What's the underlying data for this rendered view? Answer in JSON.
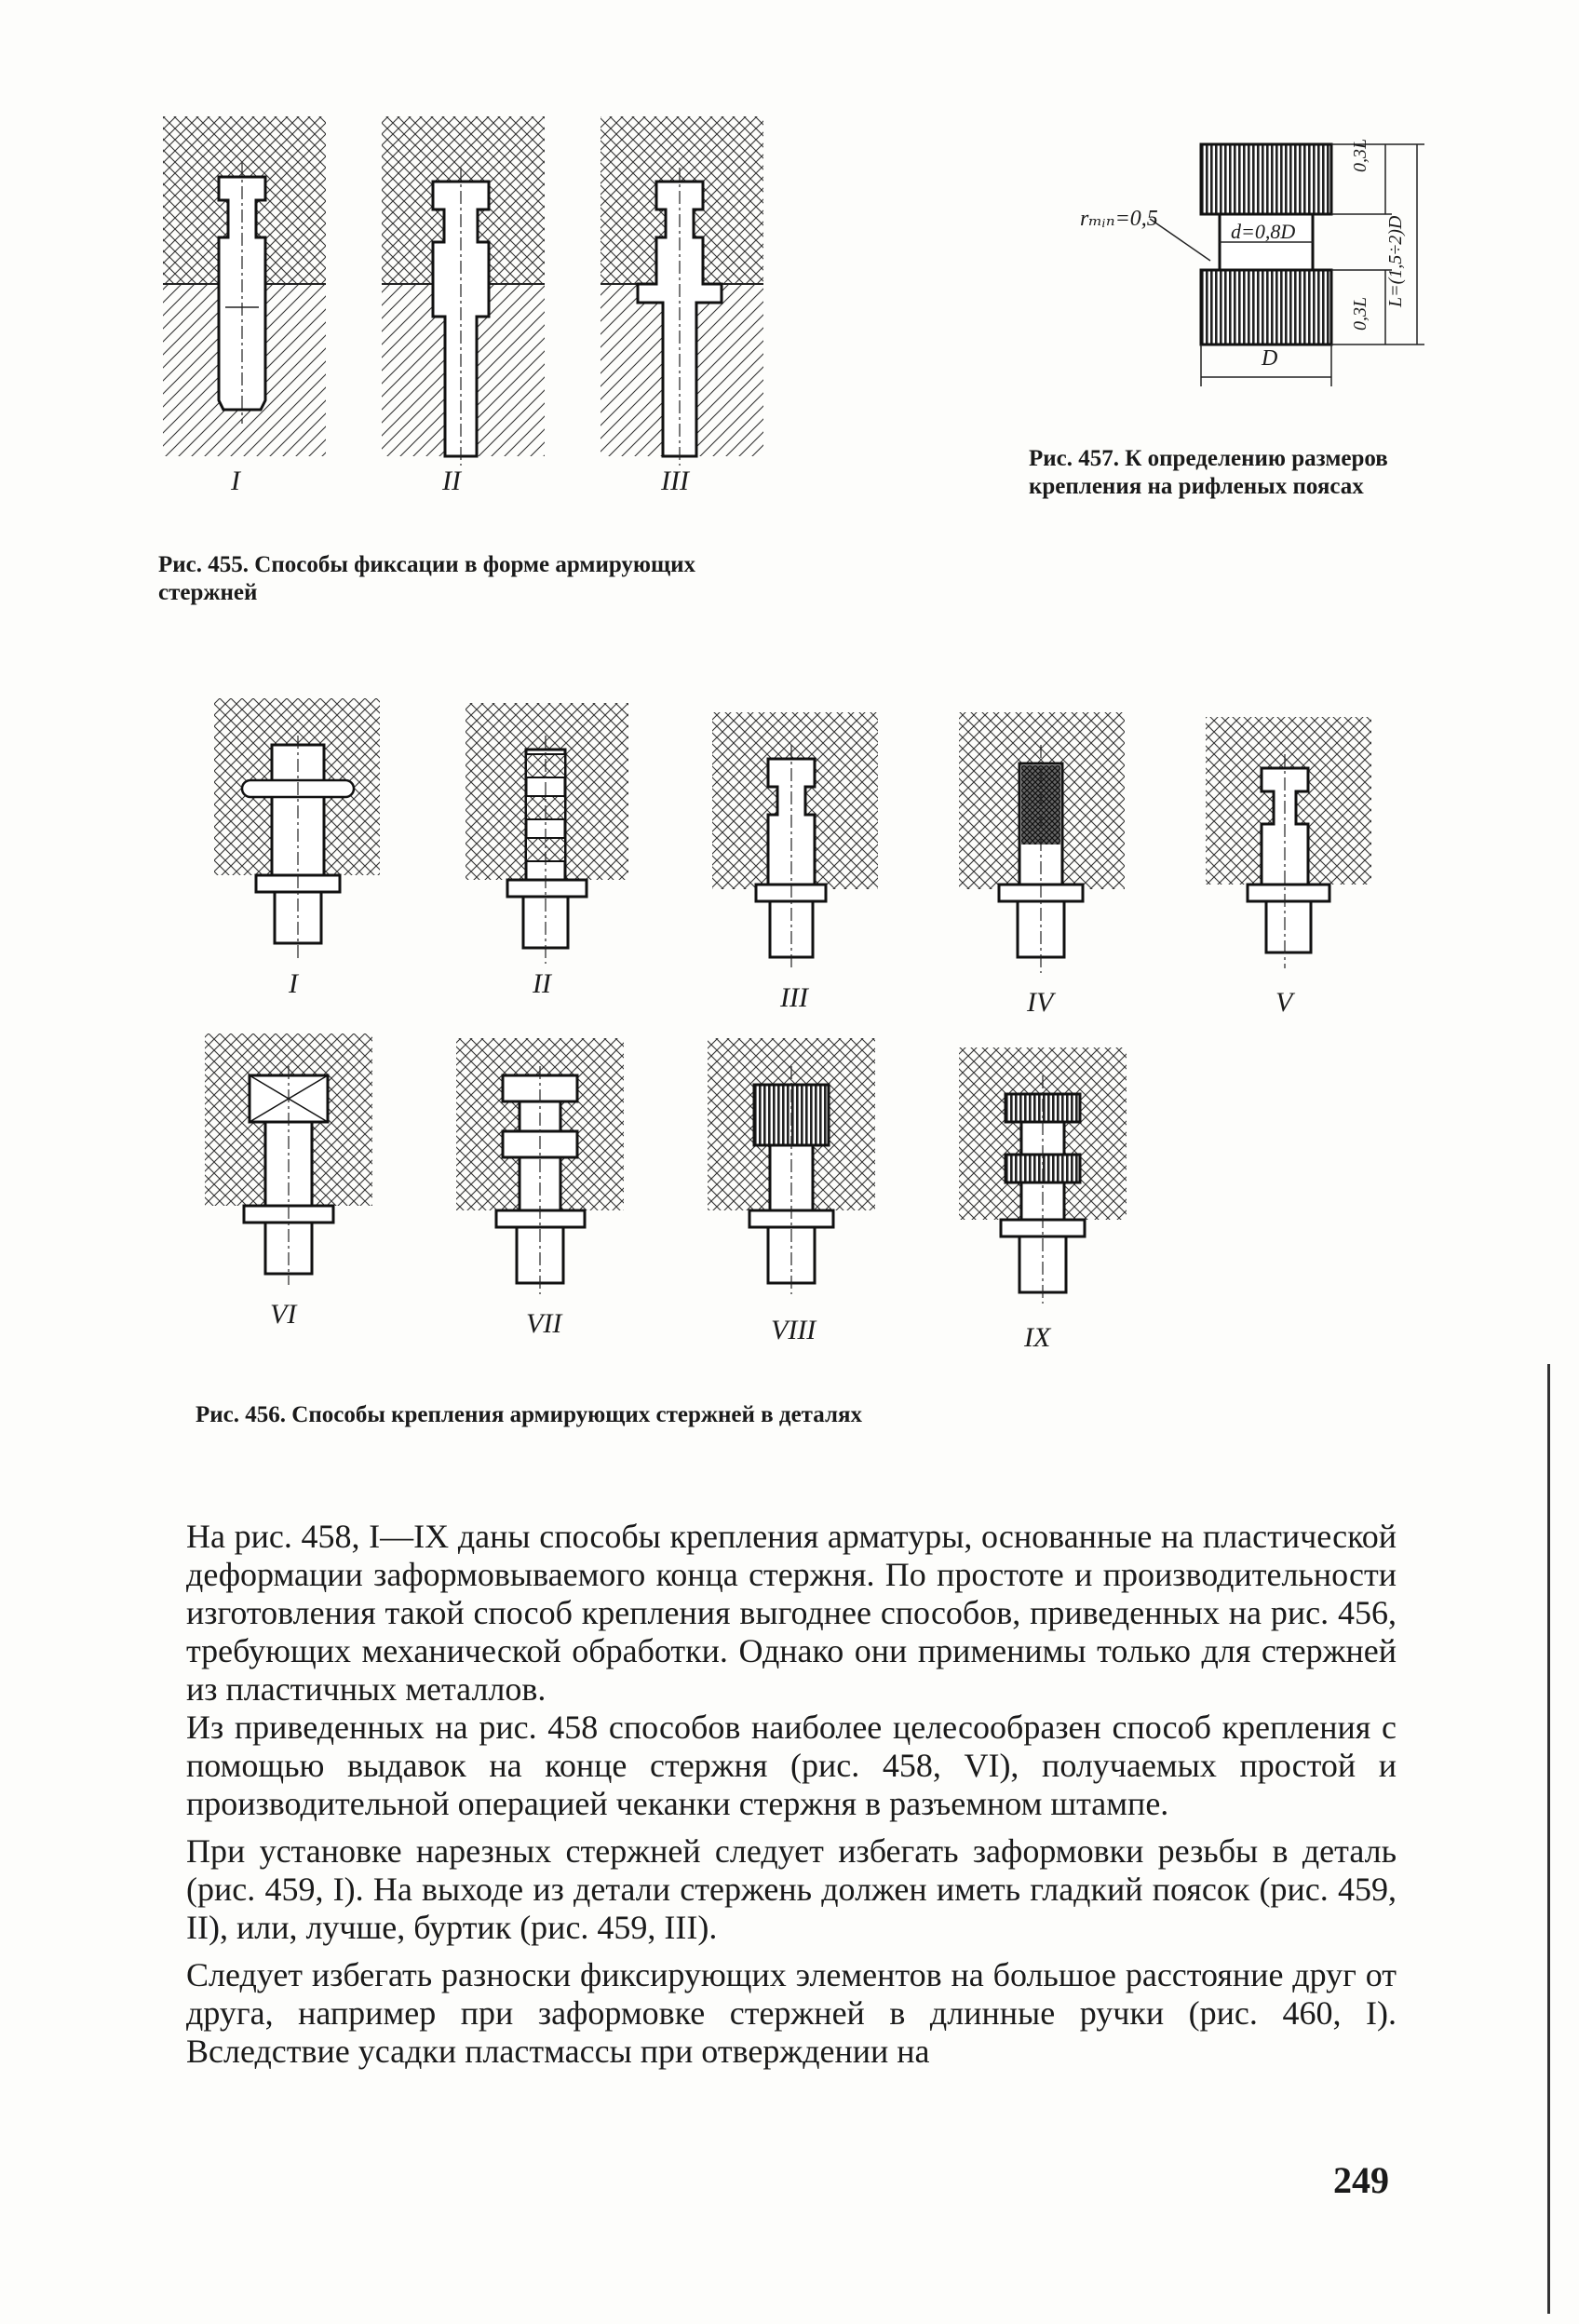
{
  "fig455": {
    "labels": [
      "I",
      "II",
      "III"
    ],
    "caption": "Рис. 455. Способы фиксации в форме армирующих стержней"
  },
  "fig457": {
    "rmin": "rₘᵢₙ=0,5",
    "d": "d=0,8D",
    "top": "0,3L",
    "bottom": "0,3L",
    "L": "L=(1,5÷2)D",
    "D": "D",
    "caption": "Рис. 457. К определению размеров крепления на рифленых поясах"
  },
  "fig456": {
    "labels": [
      "I",
      "II",
      "III",
      "IV",
      "V",
      "VI",
      "VII",
      "VIII",
      "IX"
    ],
    "caption": "Рис. 456. Способы крепления армирующих стержней в деталях"
  },
  "body": {
    "p1": "На рис. 458, I—IX даны способы крепления арматуры, основанные на пластической деформации заформовываемого конца стержня. По простоте и производительности изготовления такой способ крепления выгоднее способов, приведенных на рис. 456, требующих механической обработки. Однако они применимы только для стержней из пластичных металлов.",
    "p2": "Из приведенных на рис. 458 способов наиболее целесообразен способ крепления с помощью выдавок на конце стержня (рис. 458, VI), получаемых простой и производительной операцией чеканки стержня в разъемном штампе.",
    "p3": "При установке нарезных стержней следует избегать заформовки резьбы в деталь (рис. 459, I). На выходе из детали стержень должен иметь гладкий поясок (рис. 459, II), или, лучше, буртик (рис. 459, III).",
    "p4": "Следует избегать разноски фиксирующих элементов на большое расстояние друг от друга, например при заформовке стержней в длинные ручки (рис. 460, I). Вследствие усадки пластмассы при отверждении на"
  },
  "page_number": "249"
}
